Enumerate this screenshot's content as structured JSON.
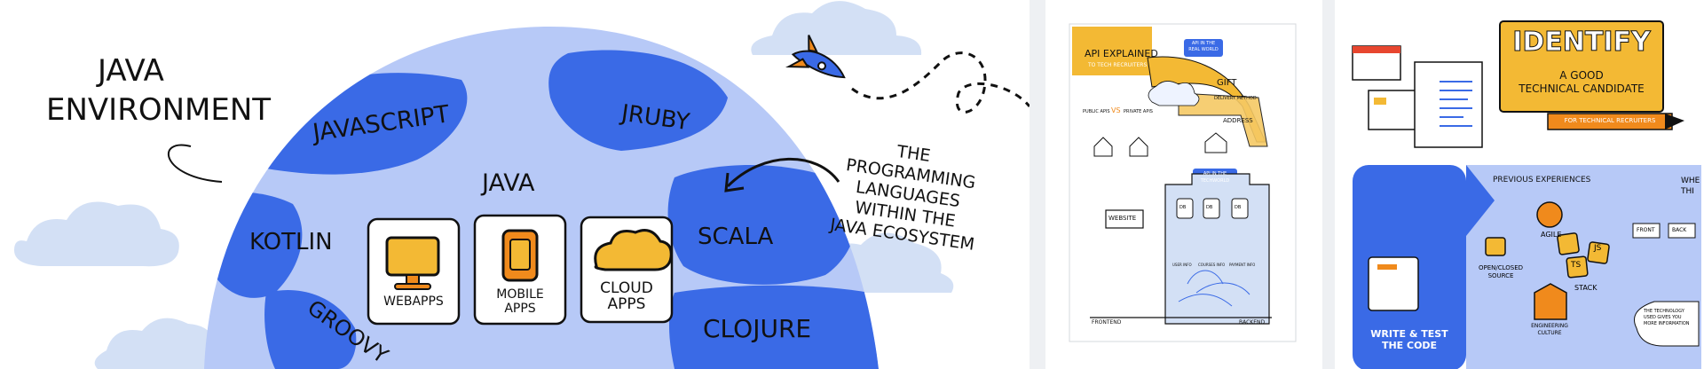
{
  "main": {
    "environment_title": [
      "JAVA",
      "ENVIRONMENT"
    ],
    "languages": {
      "javascript": "JAVASCRIPT",
      "jruby": "JRUBY",
      "java": "JAVA",
      "kotlin": "KOTLIN",
      "scala": "SCALA",
      "groovy": "GROOVY",
      "clojure": "CLOJURE"
    },
    "cards": [
      {
        "lines": [
          "WEBAPPS"
        ],
        "icon": "monitor-icon"
      },
      {
        "lines": [
          "MOBILE",
          "APPS"
        ],
        "icon": "phone-icon"
      },
      {
        "lines": [
          "CLOUD",
          "APPS"
        ],
        "icon": "cloud-icon"
      }
    ],
    "callout": [
      "THE",
      "PROGRAMMING",
      "LANGUAGES",
      "WITHIN THE",
      "JAVA ECOSYSTEM"
    ],
    "colors": {
      "globe_dark": "#3a6ae6",
      "globe_light": "#b7c9f7",
      "cloud": "#d3e0f5",
      "accent_orange": "#f08a1c",
      "accent_yellow": "#f3b934"
    }
  },
  "poster": {
    "title": "API EXPLAINED",
    "subtitle": "TO TECH RECRUITERS",
    "real_world_badge": [
      "API IN THE",
      "REAL WORLD"
    ],
    "gift": "GIFT",
    "delivery": "DELIVERY METHOD",
    "address": "ADDRESS",
    "public_apis": "PUBLIC APIS",
    "vs": "VS",
    "private_apis": "PRIVATE APIS",
    "tech_world_badge": [
      "API IN THE",
      "TECHWORLD"
    ],
    "website": "WEBSITE",
    "db": "DB",
    "data": [
      "USER INFO",
      "COURSES INFO",
      "PAYMENT INFO"
    ],
    "frontend": "FRONTEND",
    "backend": "BACKEND"
  },
  "identify": {
    "title": "IDENTIFY",
    "subtitle": [
      "A GOOD",
      "TECHNICAL CANDIDATE"
    ],
    "ribbon": "FOR TECHNICAL RECRUITERS",
    "write_test": [
      "WRITE & TEST",
      "THE CODE"
    ],
    "previous_experiences": "PREVIOUS EXPERIENCES",
    "agile": "AGILE",
    "open_closed": [
      "OPEN/CLOSED",
      "SOURCE"
    ],
    "stack": "STACK",
    "engineering": [
      "ENGINEERING",
      "CULTURE"
    ],
    "tech_badges": [
      "JS",
      "TS"
    ],
    "front": "FRONT",
    "back": "BACK",
    "note": [
      "THE TECHNOLOGY",
      "USED GIVES YOU",
      "MORE INFORMATION"
    ],
    "cut_word": [
      "WHE",
      "THI"
    ]
  }
}
